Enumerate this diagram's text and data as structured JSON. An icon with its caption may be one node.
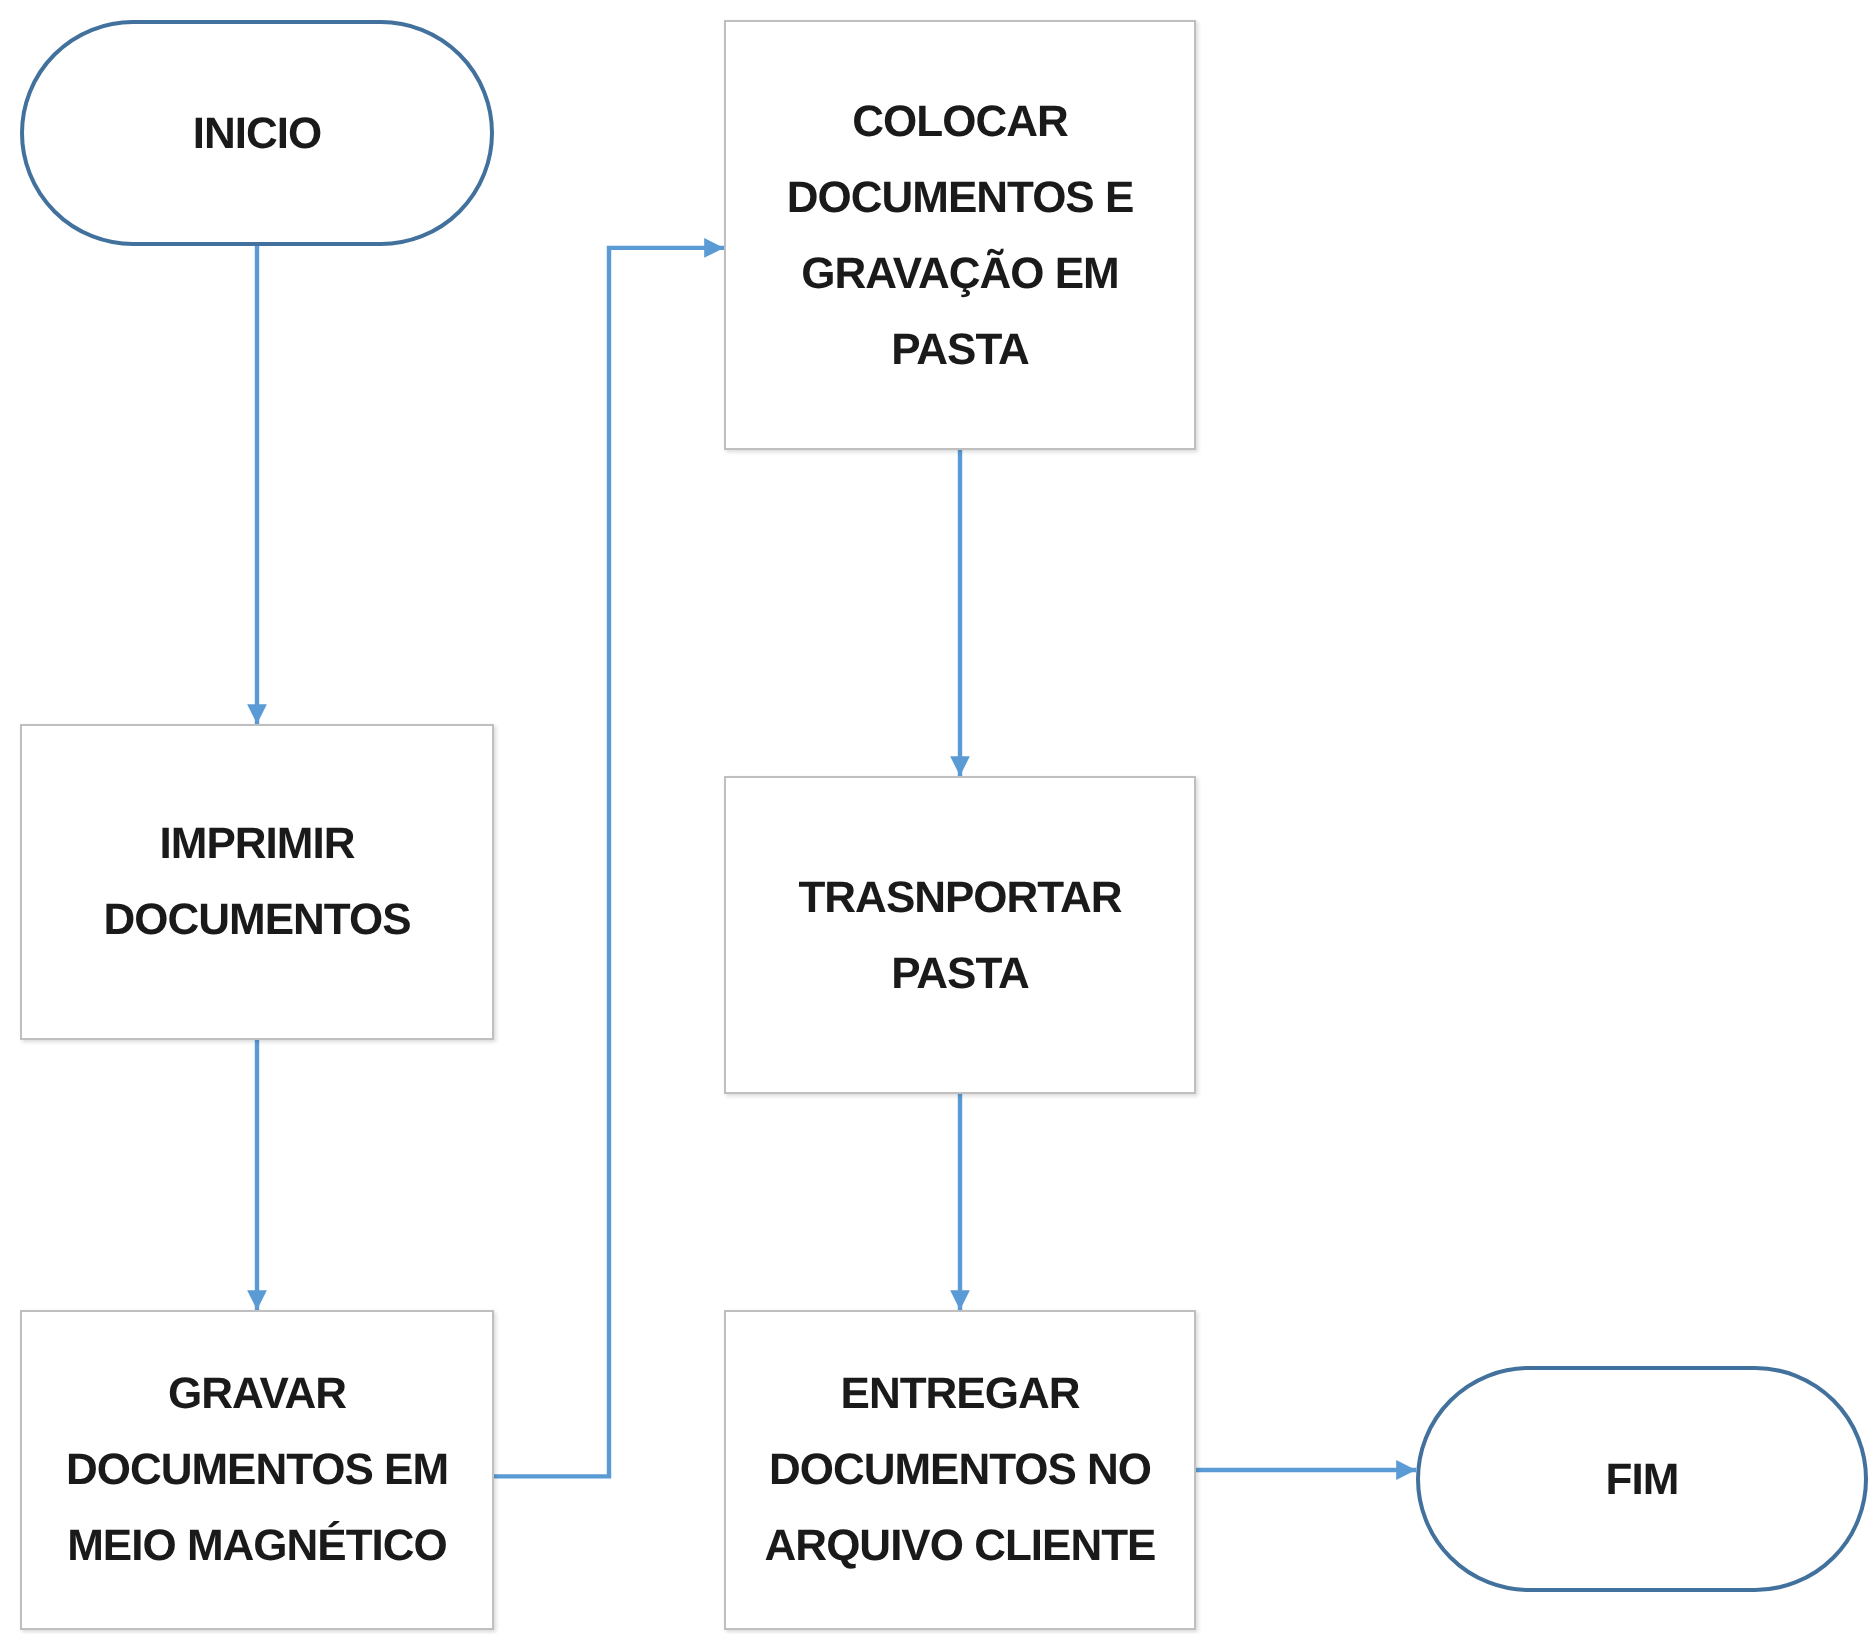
{
  "diagram": {
    "nodes": [
      {
        "text": [
          "INICIO"
        ]
      },
      {
        "text": [
          "IMPRIMIR DOCUMENTOS"
        ]
      },
      {
        "text": [
          "GRAVAR DOCUMENTOS EM MEIO MAGNÉTICO"
        ]
      },
      {
        "text": [
          "COLOCAR DOCUMENTOS E GRAVAÇÃO EM PASTA"
        ]
      },
      {
        "text": [
          "TRASNPORTAR PASTA"
        ]
      },
      {
        "text": [
          "ENTREGAR DOCUMENTOS NO ARQUIVO CLIENTE"
        ]
      },
      {
        "text": [
          "FIM"
        ]
      }
    ],
    "edges": [
      {
        "from": 0,
        "to": 1,
        "arrow": "to"
      },
      {
        "from": 1,
        "to": 2,
        "arrow": "to"
      },
      {
        "from": 2,
        "to": 3,
        "arrow": "to"
      },
      {
        "from": 3,
        "to": 4,
        "arrow": "to"
      },
      {
        "from": 4,
        "to": 5,
        "arrow": "to"
      },
      {
        "from": 5,
        "to": 6,
        "arrow": "to"
      }
    ]
  }
}
